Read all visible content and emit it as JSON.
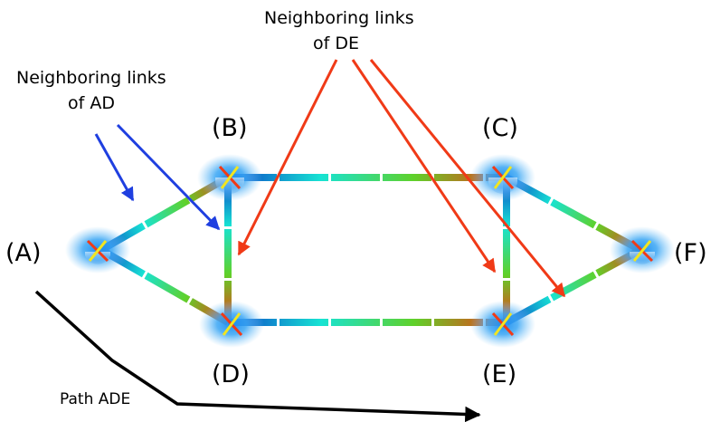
{
  "nodes": [
    {
      "id": "A",
      "label": "(A)"
    },
    {
      "id": "B",
      "label": "(B)"
    },
    {
      "id": "C",
      "label": "(C)"
    },
    {
      "id": "D",
      "label": "(D)"
    },
    {
      "id": "E",
      "label": "(E)"
    },
    {
      "id": "F",
      "label": "(F)"
    }
  ],
  "links": [
    {
      "from": "A",
      "to": "B"
    },
    {
      "from": "A",
      "to": "D"
    },
    {
      "from": "B",
      "to": "C"
    },
    {
      "from": "B",
      "to": "D"
    },
    {
      "from": "C",
      "to": "E"
    },
    {
      "from": "C",
      "to": "F"
    },
    {
      "from": "D",
      "to": "E"
    },
    {
      "from": "E",
      "to": "F"
    }
  ],
  "annotations": {
    "ad_neighbors": {
      "line1": "Neighboring links",
      "line2": "of AD",
      "color": "#1f3fe0"
    },
    "de_neighbors": {
      "line1": "Neighboring links",
      "line2": "of DE",
      "color": "#f03a17"
    },
    "path": {
      "label": "Path ADE",
      "color": "#000000"
    }
  },
  "colors": {
    "gradient": [
      "#0a3fc8",
      "#17e3d3",
      "#5fd12a",
      "#f03a17"
    ],
    "node_glow": "#2f9ff0",
    "switch_x_red": "#f03a17",
    "switch_x_yellow": "#f2e520"
  }
}
